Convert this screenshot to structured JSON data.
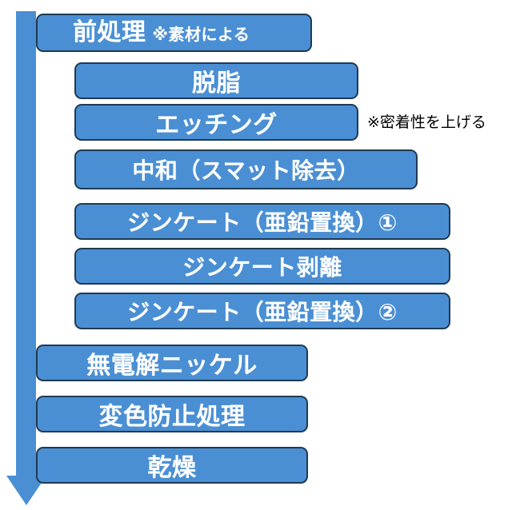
{
  "diagram": {
    "title_box": {
      "main_label": "前処理",
      "note_label": "※素材による"
    },
    "flow_arrow": {
      "direction": "down",
      "color": "#4a8fd4"
    },
    "colors": {
      "box_fill": "#4a8fd4",
      "box_border": "#1f3a52",
      "box_text": "#ffffff",
      "annotation_text": "#000000",
      "background": "#ffffff"
    },
    "sub_steps": [
      {
        "label": "脱脂"
      },
      {
        "label": "エッチング"
      },
      {
        "label": "中和（スマット除去）"
      },
      {
        "label": "ジンケート（亜鉛置換）①"
      },
      {
        "label": "ジンケート剥離"
      },
      {
        "label": "ジンケート（亜鉛置換）②"
      }
    ],
    "main_steps": [
      {
        "label": "無電解ニッケル"
      },
      {
        "label": "変色防止処理"
      },
      {
        "label": "乾燥"
      }
    ],
    "annotations": [
      {
        "label": "※密着性を上げる",
        "target": "エッチング"
      }
    ]
  }
}
